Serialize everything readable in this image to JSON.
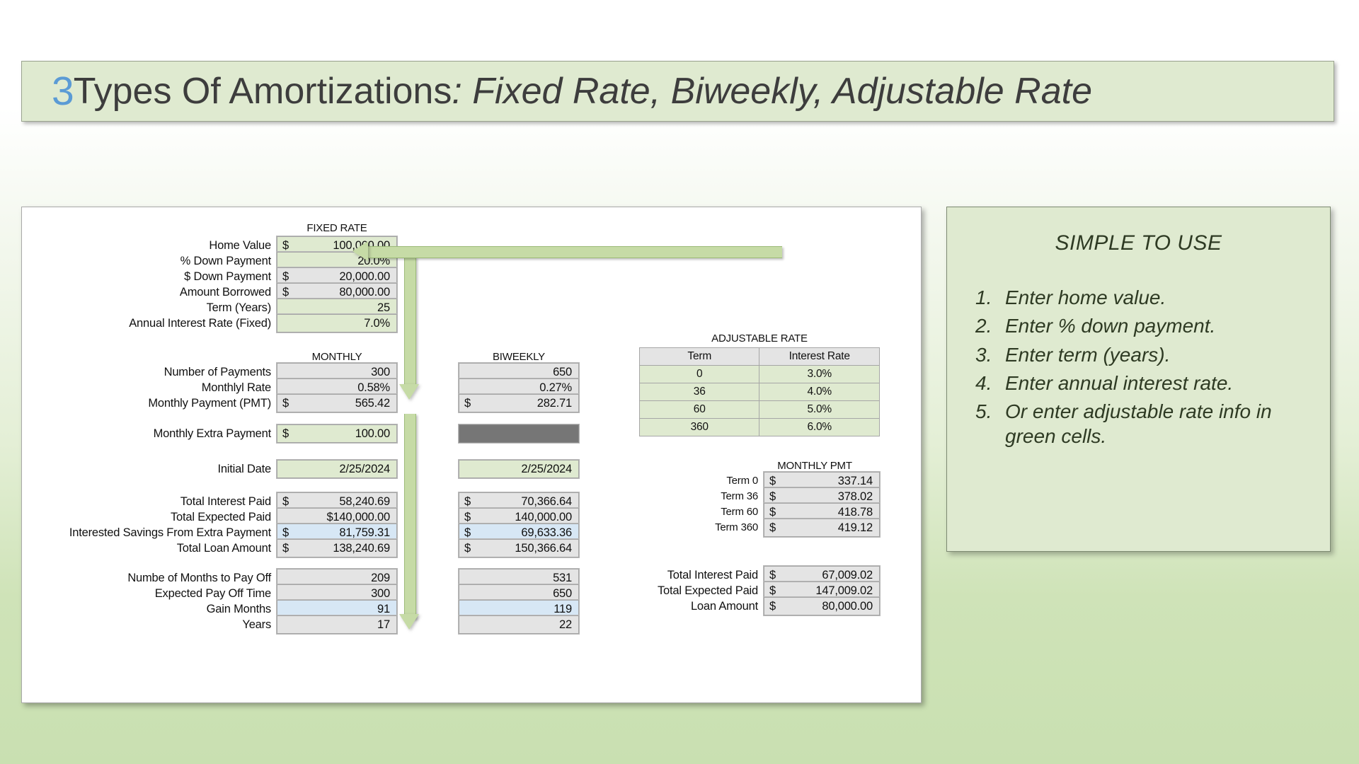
{
  "title": {
    "number": "3",
    "main": " Types Of Amortizations",
    "italic": ": Fixed Rate, Biweekly, Adjustable Rate"
  },
  "panel": {
    "heading": "SIMPLE TO USE",
    "steps": [
      {
        "num": "1.",
        "text": "Enter home value."
      },
      {
        "num": "2.",
        "text": "Enter % down payment."
      },
      {
        "num": "3.",
        "text": "Enter term (years)."
      },
      {
        "num": "4.",
        "text": "Enter annual interest rate."
      },
      {
        "num": "5.",
        "text": "Or enter adjustable rate info in green cells."
      }
    ]
  },
  "headers": {
    "fixed_rate": "FIXED RATE",
    "monthly": "MONTHLY",
    "biweekly": "BIWEEKLY",
    "adjustable_rate": "ADJUSTABLE RATE",
    "monthly_pmt": "MONTHLY PMT"
  },
  "loan_inputs": {
    "labels": {
      "home_value": "Home Value",
      "pct_down": "% Down Payment",
      "dollar_down": "$ Down Payment",
      "amount_borrowed": "Amount Borrowed",
      "term_years": "Term (Years)",
      "annual_rate": "Annual Interest Rate (Fixed)"
    },
    "values": {
      "home_value": "100,000.00",
      "pct_down": "20.0%",
      "dollar_down": "20,000.00",
      "amount_borrowed": "80,000.00",
      "term_years": "25",
      "annual_rate": "7.0%"
    },
    "currency": "$"
  },
  "payment_rows": {
    "labels": {
      "num_payments": "Number of Payments",
      "monthly_rate": "Monthlyl Rate",
      "pmt": "Monthly Payment (PMT)",
      "extra": "Monthly Extra Payment",
      "initial_date": "Initial Date"
    },
    "monthly": {
      "num_payments": "300",
      "monthly_rate": "0.58%",
      "pmt": "565.42",
      "extra": "100.00",
      "initial_date": "2/25/2024"
    },
    "biweekly": {
      "num_payments": "650",
      "monthly_rate": "0.27%",
      "pmt": "282.71",
      "extra": "",
      "initial_date": "2/25/2024"
    }
  },
  "totals": {
    "labels": {
      "total_interest": "Total Interest Paid",
      "total_expected": "Total Expected Paid",
      "interest_savings": "Interested Savings From Extra Payment",
      "total_loan": "Total Loan Amount"
    },
    "monthly": {
      "total_interest": "58,240.69",
      "total_expected": "$140,000.00",
      "interest_savings": "81,759.31",
      "total_loan": "138,240.69"
    },
    "biweekly": {
      "total_interest": "70,366.64",
      "total_expected": "140,000.00",
      "interest_savings": "69,633.36",
      "total_loan": "150,366.64"
    }
  },
  "payoff": {
    "labels": {
      "months_to_payoff": "Numbe of Months to Pay Off",
      "expected_time": "Expected Pay Off Time",
      "gain_months": "Gain Months",
      "years": "Years"
    },
    "monthly": {
      "months_to_payoff": "209",
      "expected_time": "300",
      "gain_months": "91",
      "years": "17"
    },
    "biweekly": {
      "months_to_payoff": "531",
      "expected_time": "650",
      "gain_months": "119",
      "years": "22"
    }
  },
  "adjustable": {
    "columns": [
      "Term",
      "Interest Rate"
    ],
    "rows": [
      {
        "term": "0",
        "rate": "3.0%"
      },
      {
        "term": "36",
        "rate": "4.0%"
      },
      {
        "term": "60",
        "rate": "5.0%"
      },
      {
        "term": "360",
        "rate": "6.0%"
      }
    ],
    "pmt_labels": [
      "Term 0",
      "Term 36",
      "Term 60",
      "Term 360"
    ],
    "pmt_values": [
      "337.14",
      "378.02",
      "418.78",
      "419.12"
    ],
    "summary_labels": {
      "total_interest": "Total Interest Paid",
      "total_expected": "Total Expected Paid",
      "loan_amount": "Loan Amount"
    },
    "summary_values": {
      "total_interest": "67,009.02",
      "total_expected": "147,009.02",
      "loan_amount": "80,000.00"
    },
    "currency": "$"
  },
  "colors": {
    "input_green": "#dfead0",
    "calc_gray": "#e4e4e4",
    "highlight_blue": "#d7e7f5",
    "blocked_gray": "#767676",
    "accent_blue": "#5b9bd5",
    "arrow_green": "#c6dba6"
  }
}
